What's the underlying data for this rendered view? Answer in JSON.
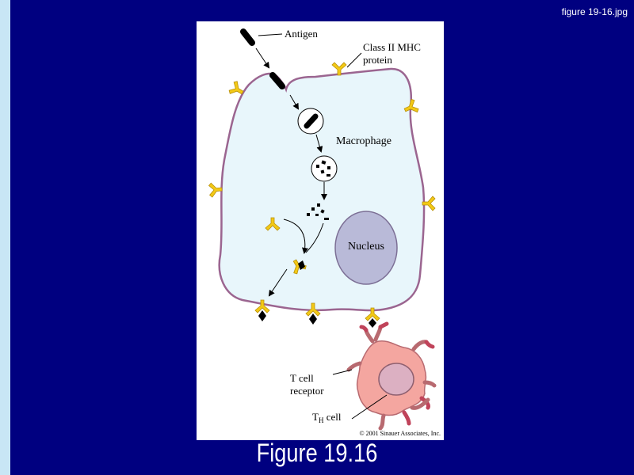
{
  "file_name": "figure 19-16.jpg",
  "caption": "Figure 19.16",
  "diagram": {
    "labels": {
      "antigen": "Antigen",
      "mhc_line1": "Class II MHC",
      "mhc_line2": "protein",
      "macrophage": "Macrophage",
      "nucleus": "Nucleus",
      "tcr_line1": "T cell",
      "tcr_line2": "receptor",
      "th_main": "T",
      "th_sub": "H",
      "th_rest": " cell",
      "copyright": "© 2001 Sinauer Associates, Inc."
    },
    "colors": {
      "background": "#000080",
      "cell_fill": "#e8f6fb",
      "cell_outline": "#9b6590",
      "nucleus_fill": "#b9bad8",
      "mhc_yellow": "#f3c916",
      "th_cell_fill": "#f4a6a0",
      "th_nucleus_fill": "#dcb0c2",
      "receptor_red": "#c0435a"
    }
  }
}
